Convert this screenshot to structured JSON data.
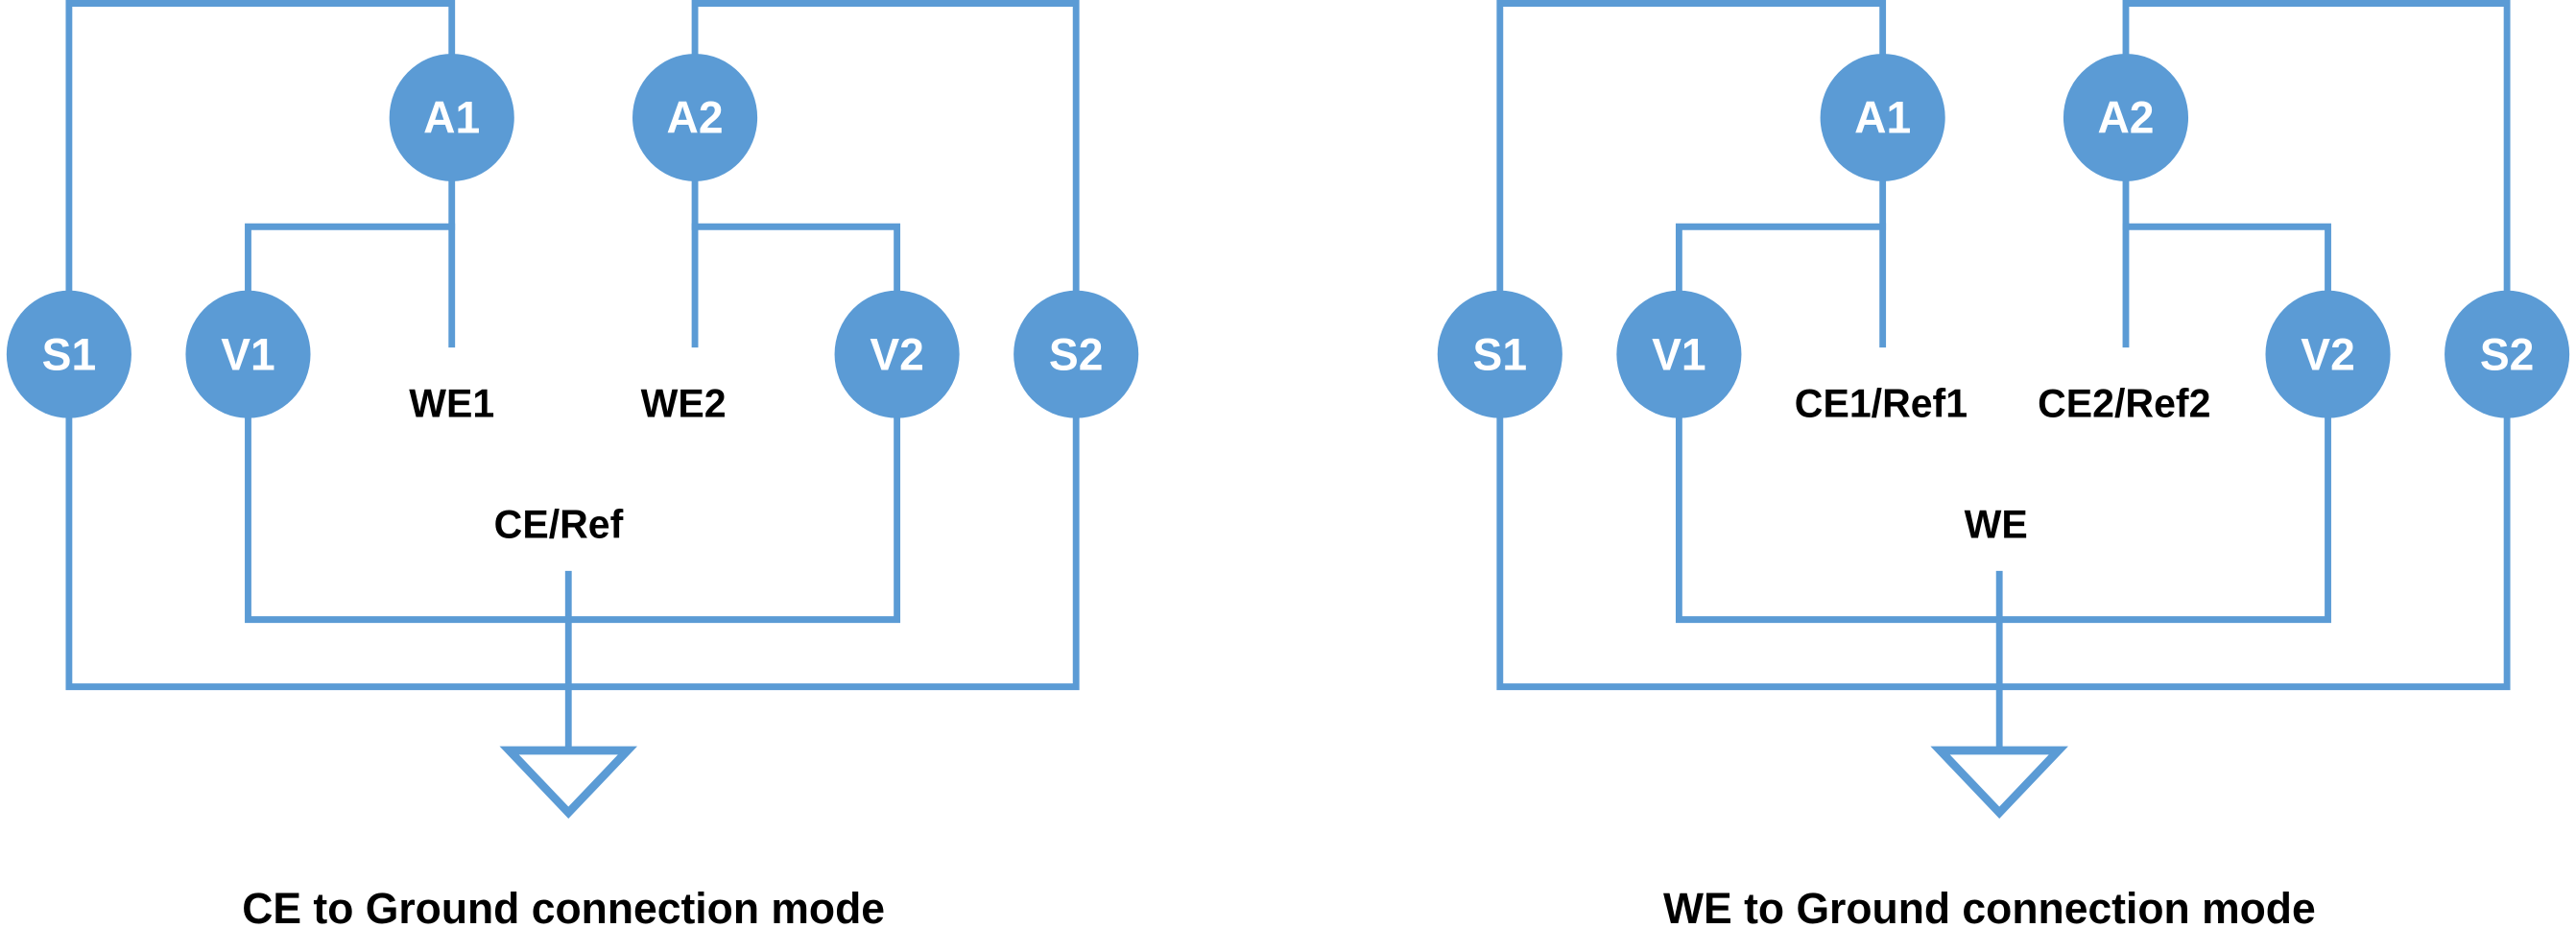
{
  "colors": {
    "wire": "#5B9BD5",
    "node": "#5B9BD5",
    "node_text": "#FFFFFF",
    "label_text": "#000000"
  },
  "panels": [
    {
      "id": "ce-ground",
      "caption": "CE to Ground connection mode",
      "nodes": {
        "S1": "S1",
        "V1": "V1",
        "A1": "A1",
        "A2": "A2",
        "V2": "V2",
        "S2": "S2"
      },
      "electrode_labels": {
        "left": "WE1",
        "right": "WE2",
        "common": "CE/Ref"
      }
    },
    {
      "id": "we-ground",
      "caption": "WE to Ground connection mode",
      "nodes": {
        "S1": "S1",
        "V1": "V1",
        "A1": "A1",
        "A2": "A2",
        "V2": "V2",
        "S2": "S2"
      },
      "electrode_labels": {
        "left": "CE1/Ref1",
        "right": "CE2/Ref2",
        "common": "WE"
      }
    }
  ]
}
